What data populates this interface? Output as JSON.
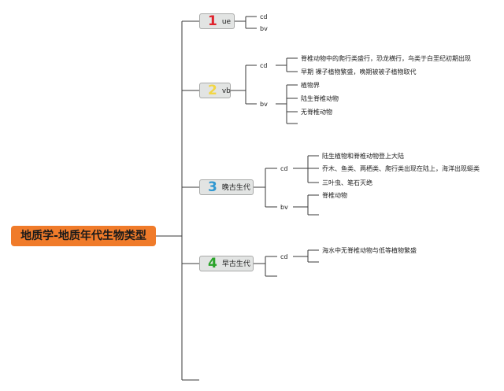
{
  "root": {
    "title": "地质学-地质年代生物类型"
  },
  "eras": [
    {
      "number": "1",
      "number_color": "#e0222c",
      "label": "ue",
      "branches": [
        {
          "label": "cd",
          "items": []
        },
        {
          "label": "bv",
          "items": []
        }
      ]
    },
    {
      "number": "2",
      "number_color": "#f2d644",
      "label": "vb",
      "branches": [
        {
          "label": "cd",
          "items": [
            "脊椎动物中的爬行类盛行，恐龙横行，鸟类于白垩纪初期出现",
            "早期 裸子植物繁盛，晚期被被子植物取代"
          ]
        },
        {
          "label": "bv",
          "items": [
            "植物界",
            "陆生脊椎动物",
            "无脊椎动物",
            ""
          ]
        }
      ]
    },
    {
      "number": "3",
      "number_color": "#2f97d1",
      "label": "晚古生代",
      "branches": [
        {
          "label": "cd",
          "items": [
            "陆生植物和脊椎动物登上大陆",
            "乔木、鱼类、两栖类、爬行类出现在陆上，海洋出现蜓类",
            "三叶虫、笔石灭绝"
          ]
        },
        {
          "label": "bv",
          "items": [
            "脊椎动物",
            ""
          ]
        }
      ]
    },
    {
      "number": "4",
      "number_color": "#2aa32a",
      "label": "早古生代",
      "branches": [
        {
          "label": "cd",
          "items": [
            "海水中无脊椎动物与低等植物繁盛",
            ""
          ]
        },
        {
          "label": "",
          "items": []
        }
      ]
    }
  ]
}
